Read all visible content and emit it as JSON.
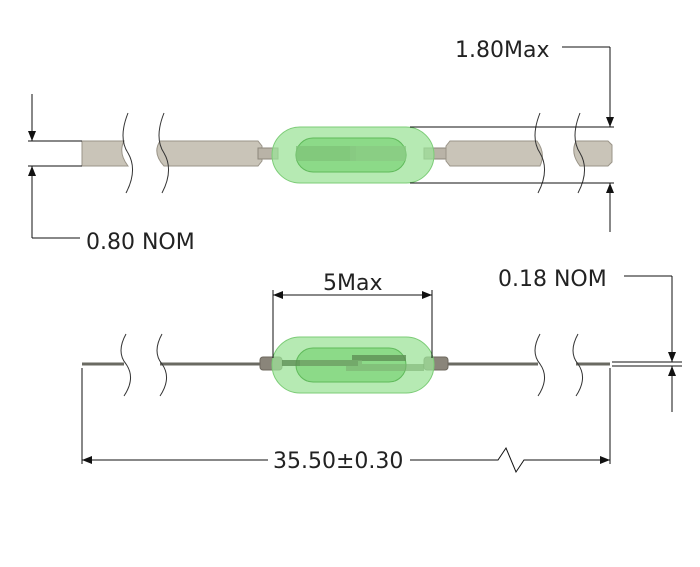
{
  "drawing": {
    "top_view": {
      "dim_thickness_label": "0.80 NOM",
      "dim_glass_diameter_label": "1.80Max"
    },
    "side_view": {
      "dim_glass_length_label": "5Max",
      "dim_wire_label": "0.18 NOM",
      "dim_overall_length_label": "35.50±0.30"
    },
    "colors": {
      "glass": "#7fd27a",
      "lead": "#c9c4b8",
      "wire": "#6a6a62"
    }
  }
}
